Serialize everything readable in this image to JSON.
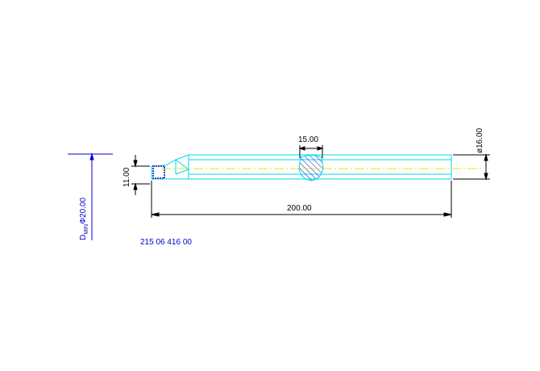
{
  "drawing": {
    "length_label": "200.00",
    "diameter_label": "ø16.00",
    "groove_label": "15.00",
    "insert_label": "11.00",
    "dmin_prefix": "D",
    "dmin_sub": "MIN",
    "dmin_value": "Φ20.00",
    "part_number": "215 06 416 00"
  },
  "colors": {
    "outline": "#00d8f0",
    "centerline": "#e8e800",
    "hatch": "#3333cc",
    "dimension": "#000000",
    "dmin": "#0000cc"
  }
}
